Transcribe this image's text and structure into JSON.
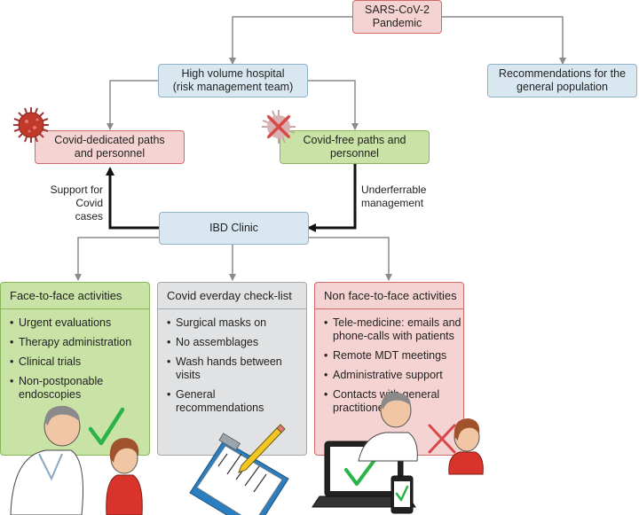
{
  "nodes": {
    "pandemic": "SARS-CoV-2\nPandemic",
    "hospital": "High volume hospital\n(risk management team)",
    "general_recs": "Recommendations for the\ngeneral population",
    "covid_paths": "Covid-dedicated paths\nand personnel",
    "covid_free": "Covid-free paths and\npersonnel",
    "ibd_clinic": "IBD Clinic"
  },
  "edge_labels": {
    "support": "Support for\nCovid cases",
    "underferrable": "Underferrable\nmanagement"
  },
  "panels": {
    "face_to_face": {
      "title": "Face-to-face activities",
      "items": [
        "Urgent evaluations",
        "Therapy administration",
        "Clinical trials",
        "Non-postponable\nendoscopies"
      ]
    },
    "checklist": {
      "title": "Covid everday check-list",
      "items": [
        "Surgical masks on",
        "No assemblages",
        "Wash hands between visits",
        "General recommendations"
      ]
    },
    "non_face": {
      "title": "Non face-to-face activities",
      "items": [
        "Tele-medicine: emails and\nphone-calls with patients",
        "Remote MDT meetings",
        "Administrative support",
        "Contacts with general\npractitioners"
      ]
    }
  },
  "icons": [
    "virus-icon",
    "crossed-virus-icon",
    "doctor-patient-icon",
    "check-icon",
    "clipboard-pencil-icon",
    "laptop-icon",
    "phone-icon",
    "cross-icon"
  ],
  "colors": {
    "pink_fill": "#f6d3d3",
    "pink_border": "#d06a6a",
    "blue_fill": "#d9e8f0",
    "blue_border": "#8fb2c8",
    "green_fill": "#c9e2a6",
    "green_border": "#88b658",
    "gray_fill": "#e1e2e3",
    "gray_border": "#a5a8ab",
    "check_green": "#2bb34a",
    "cross_red": "#d84848"
  }
}
